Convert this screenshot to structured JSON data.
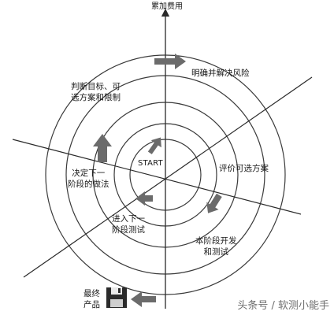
{
  "axis_title": "累加费用",
  "start_label": "START",
  "quadrant_labels": {
    "determine_objectives": [
      "判断目标、可",
      "选方案和限制"
    ],
    "clarify_risk": "明确并解决风险",
    "evaluate": "评价可选方案",
    "develop_test": [
      "本阶段开发",
      "和测试"
    ],
    "plan_next": [
      "决定下一",
      "阶段的做法"
    ],
    "next_test": [
      "进入下一",
      "阶段测试"
    ]
  },
  "final_product": [
    "最终",
    "产品"
  ],
  "watermark": "头条号 / 软测小能手",
  "colors": {
    "line": "#2a2a2a",
    "arrow": "#6b6b6b",
    "text": "#1a1a1a"
  },
  "icons": {
    "final_product": "floppy-disk-icon",
    "direction": "arrow-icon"
  }
}
